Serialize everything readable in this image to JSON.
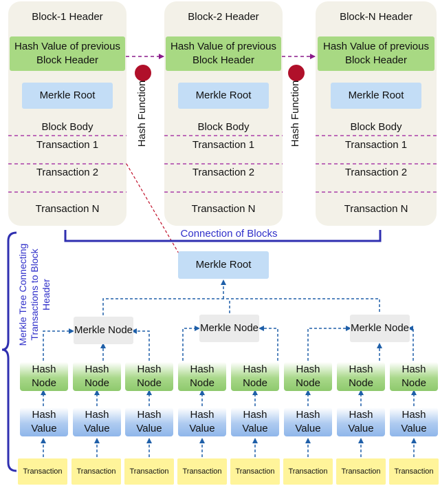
{
  "blocks": [
    {
      "header": "Block-1 Header",
      "prev_hash": "Hash Value of previous Block Header",
      "merkle_root": "Merkle Root",
      "body": "Block Body",
      "tx1": "Transaction 1",
      "tx2": "Transaction 2",
      "txn": "Transaction N"
    },
    {
      "header": "Block-2 Header",
      "prev_hash": "Hash Value of previous Block Header",
      "merkle_root": "Merkle Root",
      "body": "Block Body",
      "tx1": "Transaction 1",
      "tx2": "Transaction 2",
      "txn": "Transaction N"
    },
    {
      "header": "Block-N Header",
      "prev_hash": "Hash Value of previous Block Header",
      "merkle_root": "Merkle Root",
      "body": "Block Body",
      "tx1": "Transaction 1",
      "tx2": "Transaction 2",
      "txn": "Transaction N"
    }
  ],
  "hash_function_label": "Hash Function",
  "connection_label": "Connection of Blocks",
  "merkle_tree_label": "Merkle Tree Connecting Transactions to Block Header",
  "tree": {
    "root": "Merkle Root",
    "merkle_nodes": [
      "Merkle Node",
      "Merkle Node",
      "Merkle Node"
    ],
    "hash_node": "Hash Node",
    "hash_value": "Hash Value",
    "transaction": "Transaction"
  },
  "colors": {
    "block_bg": "#f3f1e8",
    "green": "#a8d983",
    "blue": "#c3ddf6",
    "yellow": "#fff49a",
    "arrow_blue": "#1f5fa8",
    "arrow_purple": "#8a1a8a",
    "hash_dot": "#b0102a",
    "bracket": "#2f2fb0",
    "link_red": "#c0102a"
  }
}
